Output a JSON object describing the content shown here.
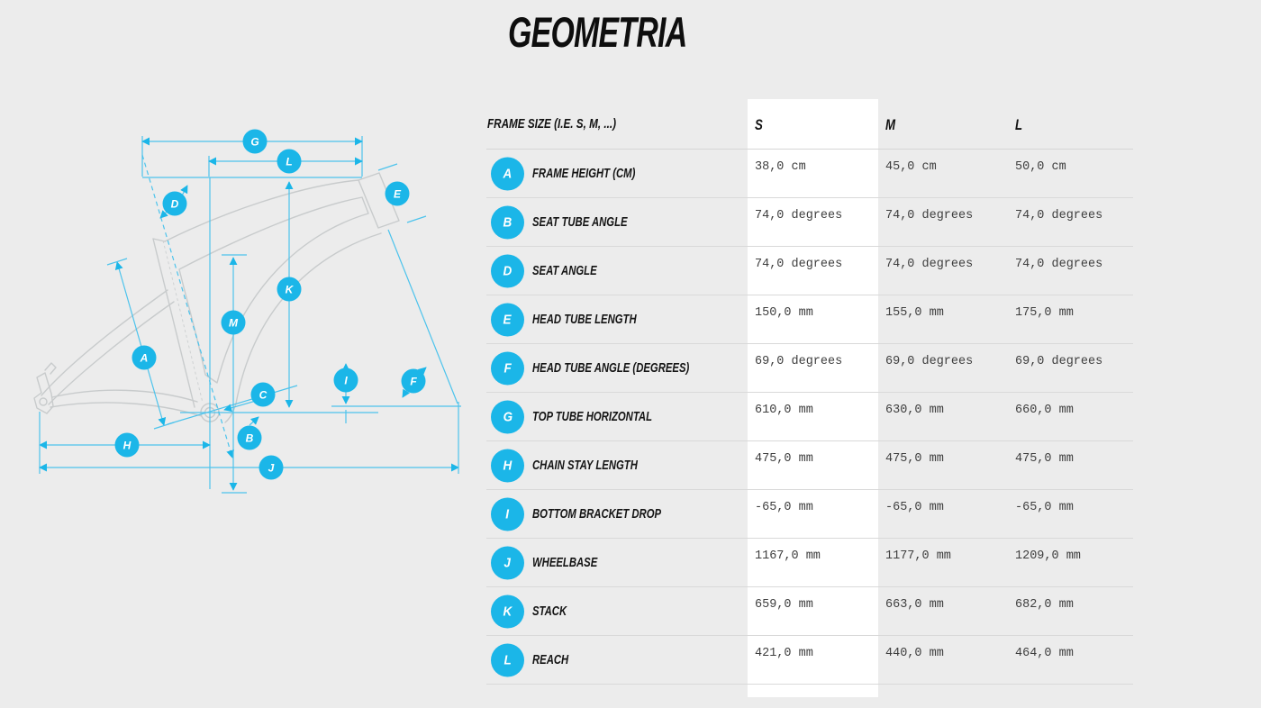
{
  "page": {
    "title": "GEOMETRIA"
  },
  "colors": {
    "background": "#ececec",
    "accent_badge": "#1bb6e8",
    "dimension_line": "#4cc3ec",
    "frame_outline": "#c8cbcc",
    "highlight_column": "#ffffff",
    "separator": "#d9d9d9",
    "label_text": "#141414",
    "value_text": "#3e3e3e"
  },
  "table": {
    "header": {
      "label": "FRAME SIZE (I.E. S, M, ...)",
      "columns": [
        "S",
        "M",
        "L"
      ],
      "highlighted_column": "S"
    },
    "rows": [
      {
        "letter": "A",
        "label": "FRAME HEIGHT (CM)",
        "values": [
          "38,0 cm",
          "45,0 cm",
          "50,0 cm"
        ]
      },
      {
        "letter": "B",
        "label": "SEAT TUBE ANGLE",
        "values": [
          "74,0 degrees",
          "74,0 degrees",
          "74,0 degrees"
        ]
      },
      {
        "letter": "D",
        "label": "SEAT ANGLE",
        "values": [
          "74,0 degrees",
          "74,0 degrees",
          "74,0 degrees"
        ]
      },
      {
        "letter": "E",
        "label": "HEAD TUBE LENGTH",
        "values": [
          "150,0 mm",
          "155,0 mm",
          "175,0 mm"
        ]
      },
      {
        "letter": "F",
        "label": "HEAD TUBE ANGLE (DEGREES)",
        "values": [
          "69,0 degrees",
          "69,0 degrees",
          "69,0 degrees"
        ]
      },
      {
        "letter": "G",
        "label": "TOP TUBE HORIZONTAL",
        "values": [
          "610,0 mm",
          "630,0 mm",
          "660,0 mm"
        ]
      },
      {
        "letter": "H",
        "label": "CHAIN STAY LENGTH",
        "values": [
          "475,0 mm",
          "475,0 mm",
          "475,0 mm"
        ]
      },
      {
        "letter": "I",
        "label": "BOTTOM BRACKET DROP",
        "values": [
          "-65,0 mm",
          "-65,0 mm",
          "-65,0 mm"
        ]
      },
      {
        "letter": "J",
        "label": "WHEELBASE",
        "values": [
          "1167,0 mm",
          "1177,0 mm",
          "1209,0 mm"
        ]
      },
      {
        "letter": "K",
        "label": "STACK",
        "values": [
          "659,0 mm",
          "663,0 mm",
          "682,0 mm"
        ]
      },
      {
        "letter": "L",
        "label": "REACH",
        "values": [
          "421,0 mm",
          "440,0 mm",
          "464,0 mm"
        ]
      }
    ]
  },
  "diagram": {
    "badge_letters": {
      "g": "G",
      "l": "L",
      "d": "D",
      "e": "E",
      "k": "K",
      "m": "M",
      "a": "A",
      "i": "I",
      "f": "F",
      "c": "C",
      "b": "B",
      "h": "H",
      "j": "J"
    }
  }
}
